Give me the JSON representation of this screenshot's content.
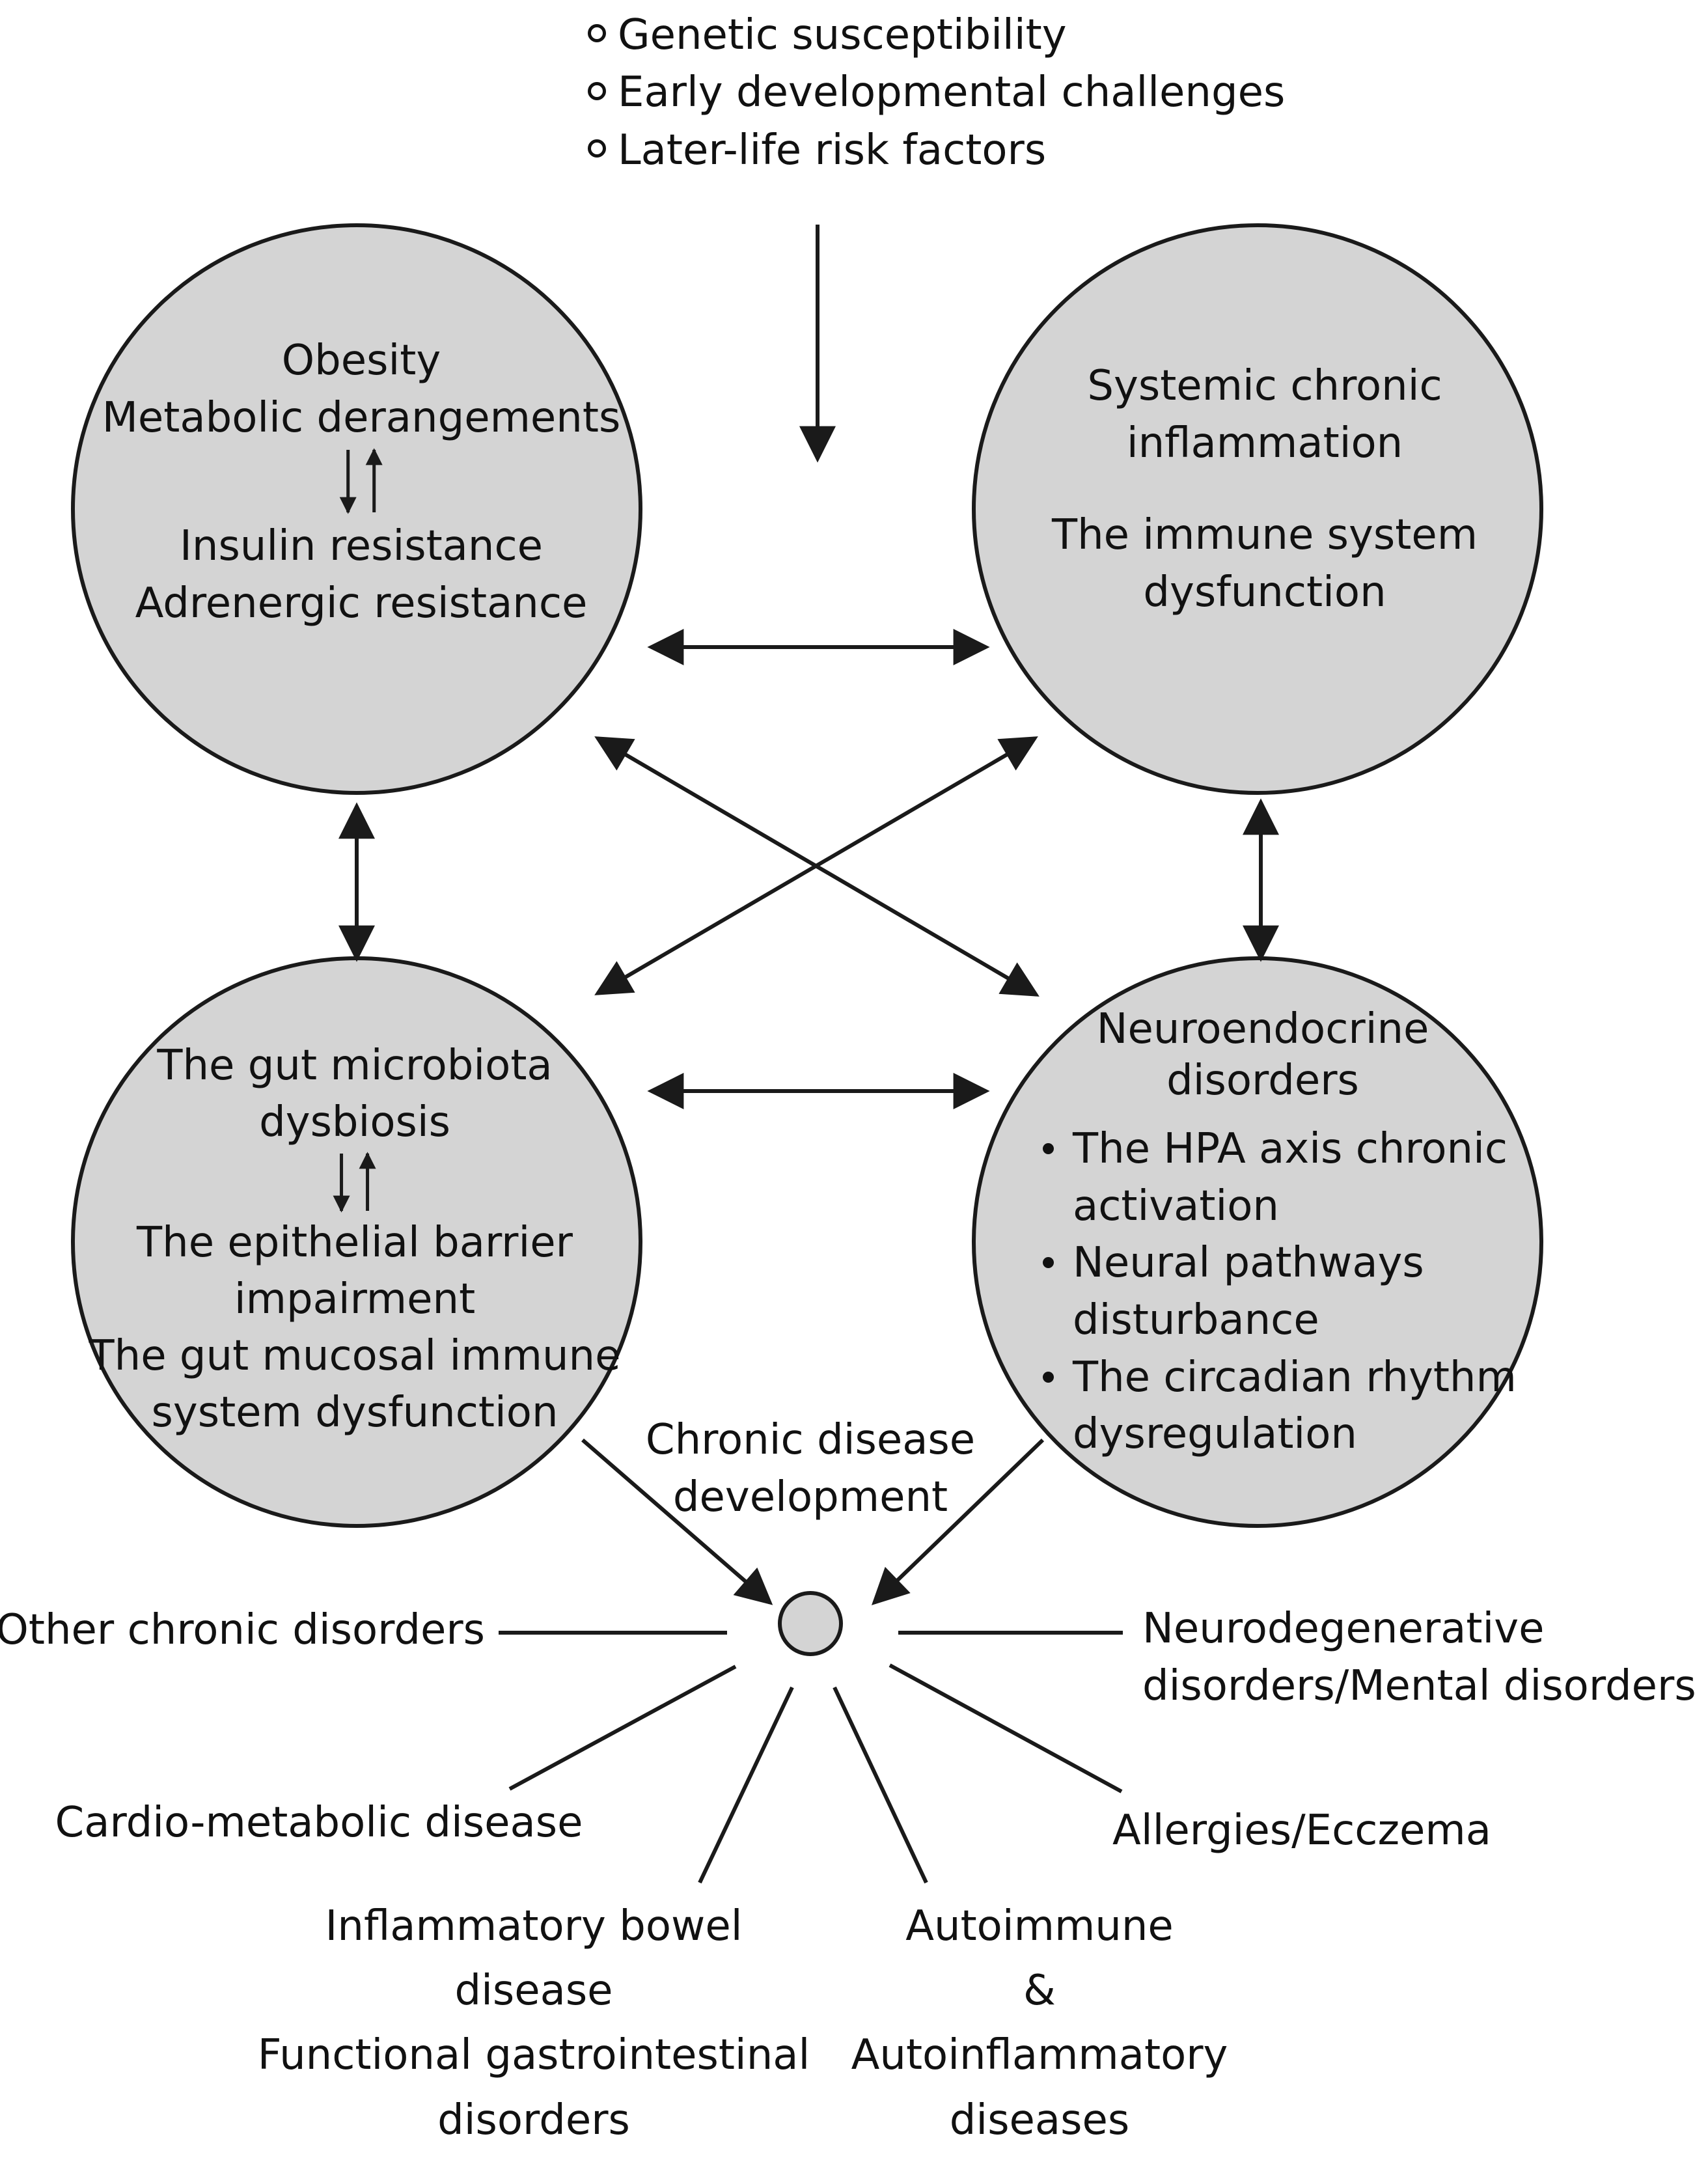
{
  "risk_factors": [
    "Genetic susceptibility",
    "Early developmental challenges",
    "Later-life risk factors"
  ],
  "circles": {
    "metabolic": {
      "lines_top": [
        "Obesity",
        "Metabolic derangements"
      ],
      "lines_bottom": [
        "Insulin resistance",
        "Adrenergic resistance"
      ]
    },
    "inflammation": {
      "lines_a": [
        "Systemic chronic",
        "inflammation"
      ],
      "lines_b": [
        "The immune system",
        "dysfunction"
      ]
    },
    "gut": {
      "lines_top": [
        "The gut microbiota",
        "dysbiosis"
      ],
      "lines_bottom": [
        "The epithelial barrier",
        "impairment",
        "The gut mucosal immune",
        "system dysfunction"
      ]
    },
    "neuro": {
      "title": [
        "Neuroendocrine",
        "disorders"
      ],
      "bullets": [
        [
          "The HPA axis chronic",
          "activation"
        ],
        [
          "Neural pathways",
          "disturbance"
        ],
        [
          "The circadian rhythm",
          "dysregulation"
        ]
      ]
    }
  },
  "hub": {
    "label": [
      "Chronic disease",
      "development"
    ]
  },
  "outcomes": {
    "other": "Other chronic disorders",
    "neuro": [
      "Neurodegenerative",
      "disorders/Mental disorders"
    ],
    "cardio": "Cardio-metabolic disease",
    "allergy": "Allergies/Ecczema",
    "ibd": [
      "Inflammatory bowel",
      "disease",
      "Functional gastrointestinal",
      "disorders"
    ],
    "autoimmune": [
      "Autoimmune",
      "&",
      "Autoinflammatory",
      "diseases"
    ]
  },
  "colors": {
    "circle_fill": "#d4d4d4",
    "stroke": "#1a1a1a",
    "text": "#111111"
  }
}
